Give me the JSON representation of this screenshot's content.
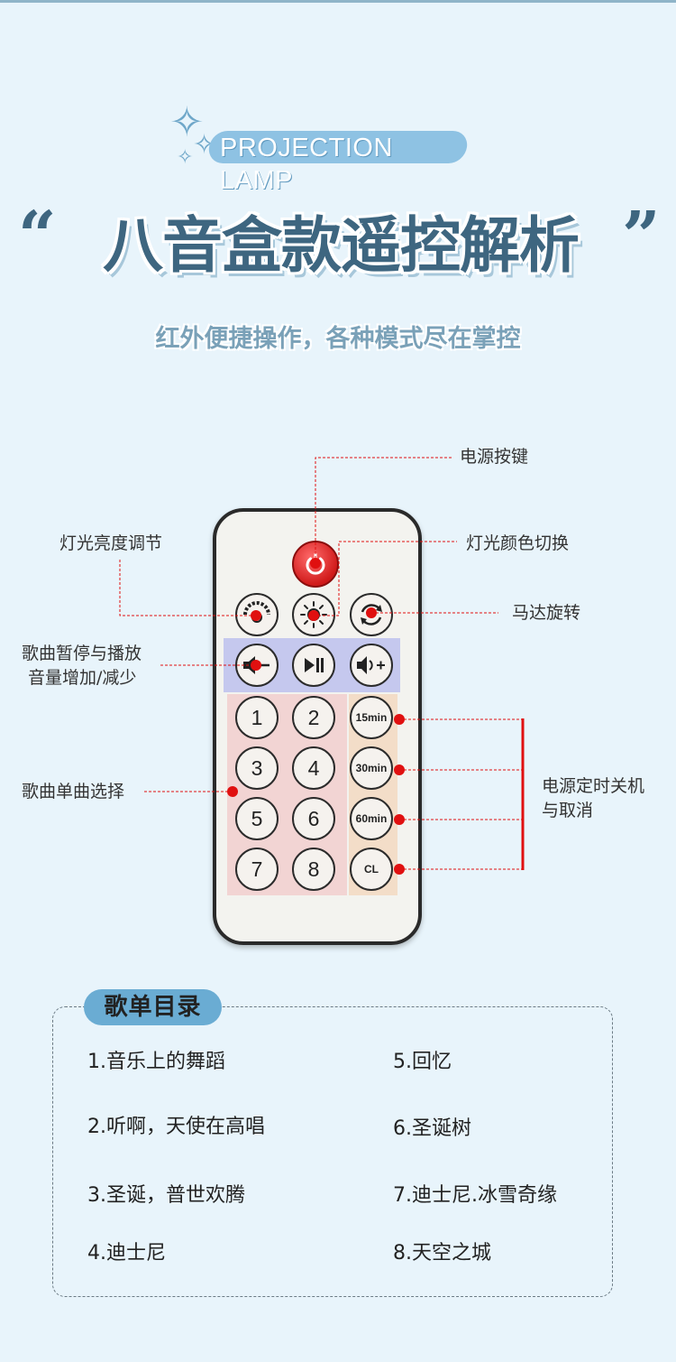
{
  "header": {
    "badge_text": "PROJECTION LAMP",
    "quote_open": "“",
    "title": "八音盒款遥控解析",
    "quote_close": "”",
    "subtitle": "红外便捷操作，各种模式尽在掌控"
  },
  "remote": {
    "buttons": {
      "n1": "1",
      "n2": "2",
      "n3": "3",
      "n4": "4",
      "n5": "5",
      "n6": "6",
      "n7": "7",
      "n8": "8",
      "t15": "15min",
      "t30": "30min",
      "t60": "60min",
      "cl": "CL"
    },
    "icons": {
      "power": "power-icon",
      "brightness": "brightness-icon",
      "color": "light-color-icon",
      "rotate": "rotate-icon",
      "vol_down": "volume-down-icon",
      "play_pause": "play-pause-icon",
      "vol_up": "volume-up-icon"
    },
    "colors": {
      "power": "#d11b1b",
      "callout": "#e01010"
    }
  },
  "callouts": {
    "power": "电源按键",
    "brightness": "灯光亮度调节",
    "color": "灯光颜色切换",
    "motor": "马达旋转",
    "music_line1": "歌曲暂停与播放",
    "music_line2": "音量增加/减少",
    "song_select": "歌曲单曲选择",
    "timer_line1": "电源定时关机",
    "timer_line2": "与取消"
  },
  "playlist": {
    "title": "歌单目录",
    "songs": [
      "1.音乐上的舞蹈",
      "5.回忆",
      "2.听啊，天使在高唱",
      "6.圣诞树",
      "3.圣诞，普世欢腾",
      "7.迪士尼.冰雪奇缘",
      "4.迪士尼",
      "8.天空之城"
    ]
  }
}
